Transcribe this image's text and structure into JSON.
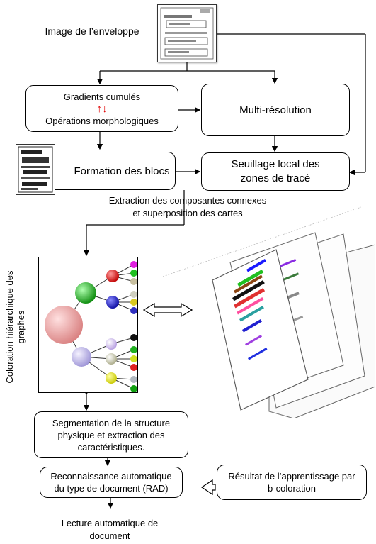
{
  "title": "Image de l’enveloppe",
  "boxes": {
    "gradients_line1": "Gradients cumulés",
    "gradients_arrows": "↑↓",
    "gradients_line2": "Opérations morphologiques",
    "multires": "Multi-résolution",
    "formation": "Formation des blocs",
    "seuillage_line1": "Seuillage local des",
    "seuillage_line2": "zones de tracé",
    "segmentation_line1": "Segmentation de la structure",
    "segmentation_line2": "physique et extraction des",
    "segmentation_line3": "caractéristiques.",
    "rad_line1": "Reconnaissance automatique",
    "rad_line2": "du type de document (RAD)",
    "apprentissage_line1": "Résultat de l’apprentissage par",
    "apprentissage_line2": "b-coloration"
  },
  "extraction_line1": "Extraction des composantes connexes",
  "extraction_line2": "et superposition des cartes",
  "coloration_label_line1": "Coloration hiérarchique des",
  "coloration_label_line2": "graphes",
  "final_line1": "Lecture automatique de",
  "final_line2": "document",
  "colors": {
    "arrows_accent": "#e00000",
    "root_node": "#f0a7a7",
    "level1_top": "#22bb22",
    "level1_bottom": "#b8b0e8"
  }
}
